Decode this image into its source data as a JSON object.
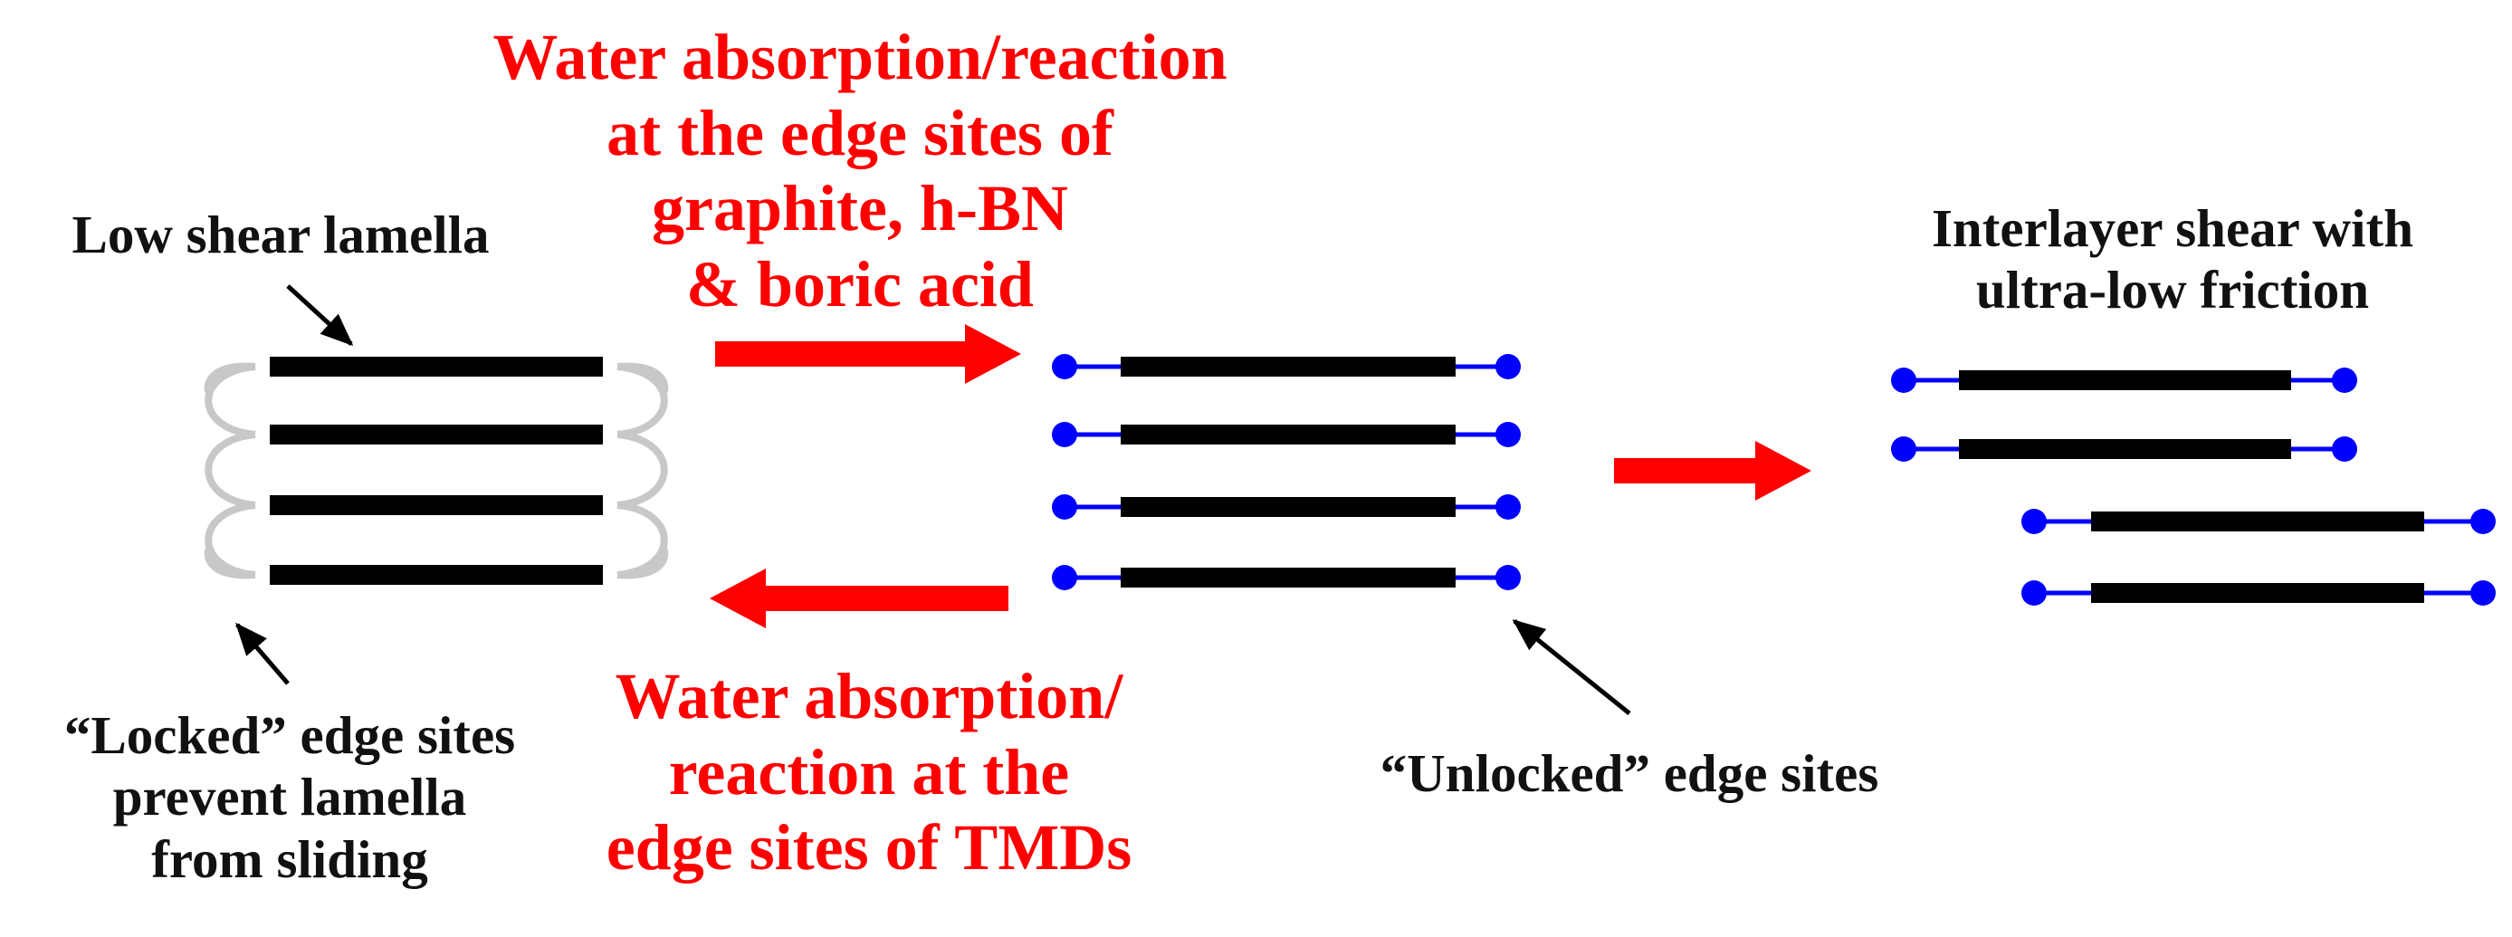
{
  "colors": {
    "lamella": "#000000",
    "locked_edge": "#c8c8c8",
    "unlocked_edge": "#0000ff",
    "process_arrow": "#ff0000",
    "pointer_arrow": "#000000",
    "red_text": "#ff0000",
    "black_text": "#111111"
  },
  "labels": {
    "low_shear_lamella": [
      "Low shear lamella"
    ],
    "locked_edge_sites": [
      "“Locked” edge sites",
      "prevent lamella",
      "from sliding"
    ],
    "forward_reaction": [
      "Water absorption/reaction",
      "at the edge sites of",
      "graphite, h-BN",
      "& boric acid"
    ],
    "reverse_reaction": [
      "Water absorption/",
      "reaction at the",
      "edge sites of TMDs"
    ],
    "unlocked_edge_sites": [
      "“Unlocked” edge sites"
    ],
    "interlayer_shear": [
      "Interlayer shear with",
      "ultra-low friction"
    ]
  }
}
